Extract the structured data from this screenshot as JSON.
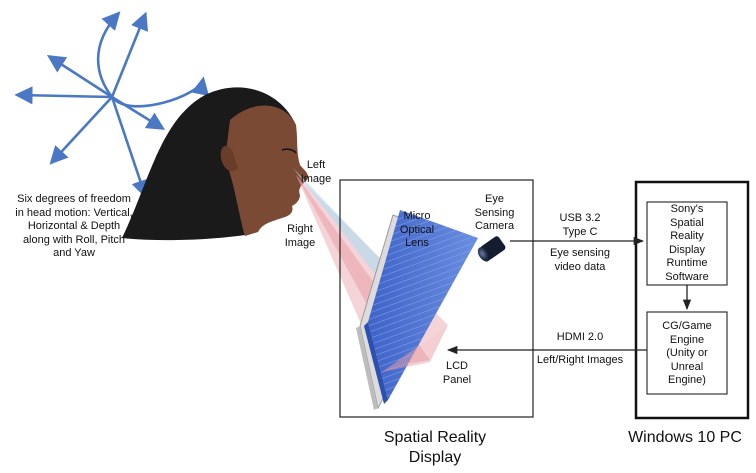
{
  "head": {
    "caption_lines": [
      "Six degrees of freedom",
      "in head motion: Vertical,",
      "Horizontal & Depth",
      "along with Roll, Pitch",
      "and Yaw"
    ]
  },
  "beams": {
    "left_image_lines": [
      "Left",
      "Image"
    ],
    "right_image_lines": [
      "Right",
      "Image"
    ]
  },
  "display": {
    "caption_lines": [
      "Spatial Reality",
      "Display"
    ],
    "lens_lines": [
      "Micro",
      "Optical",
      "Lens"
    ],
    "camera_lines": [
      "Eye",
      "Sensing",
      "Camera"
    ],
    "lcd_lines": [
      "LCD",
      "Panel"
    ]
  },
  "links": {
    "usb_lines": [
      "USB 3.2",
      "Type C"
    ],
    "usb_data_lines": [
      "Eye sensing",
      "video data"
    ],
    "hdmi_label": "HDMI 2.0",
    "hdmi_data_label": "Left/Right Images"
  },
  "pc": {
    "caption": "Windows 10 PC",
    "runtime_lines": [
      "Sony's",
      "Spatial",
      "Reality",
      "Display",
      "Runtime",
      "Software"
    ],
    "engine_lines": [
      "CG/Game",
      "Engine",
      "(Unity or",
      "Unreal",
      "Engine)"
    ]
  },
  "colors": {
    "arrow_blue": "#4a78c4",
    "skin": "#7b4a35",
    "hair": "#1a1a1a",
    "lcd_blue": "#4a72d4",
    "right_beam": "#e8a0a8",
    "left_beam": "#b8dcf0"
  }
}
